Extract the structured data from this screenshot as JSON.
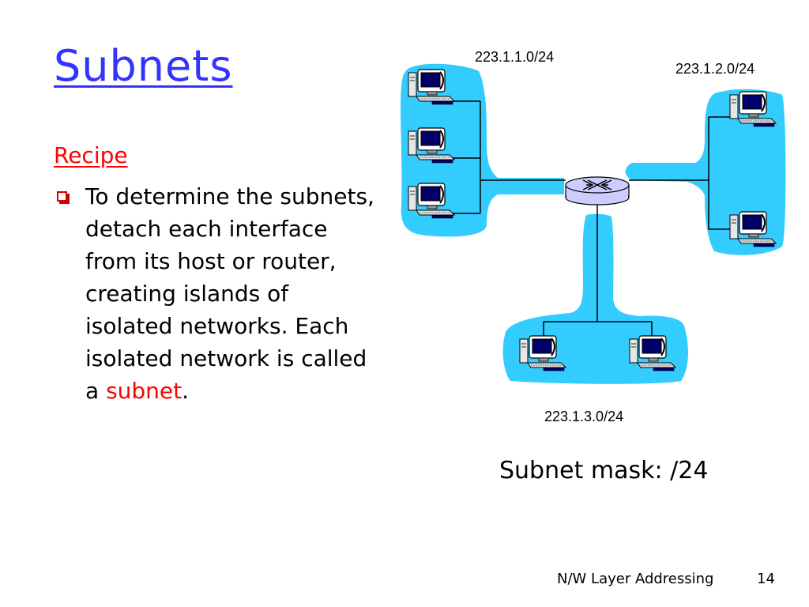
{
  "slide": {
    "title": "Subnets",
    "recipe_heading": "Recipe",
    "bullet": {
      "text_before": "To determine the subnets, detach each interface from its host or router, creating islands of isolated networks. Each isolated network is called a ",
      "highlight": "subnet",
      "text_after": "."
    }
  },
  "diagram": {
    "subnets": [
      {
        "label": "223.1.1.0/24",
        "hosts": 3
      },
      {
        "label": "223.1.2.0/24",
        "hosts": 2
      },
      {
        "label": "223.1.3.0/24",
        "hosts": 2
      }
    ],
    "mask_label": "Subnet mask: /24"
  },
  "footer": {
    "section": "N/W Layer Addressing",
    "page": "14"
  },
  "colors": {
    "title": "#3333ff",
    "accent": "#ff0000",
    "island": "#33ccff",
    "router": "#ccccff"
  }
}
